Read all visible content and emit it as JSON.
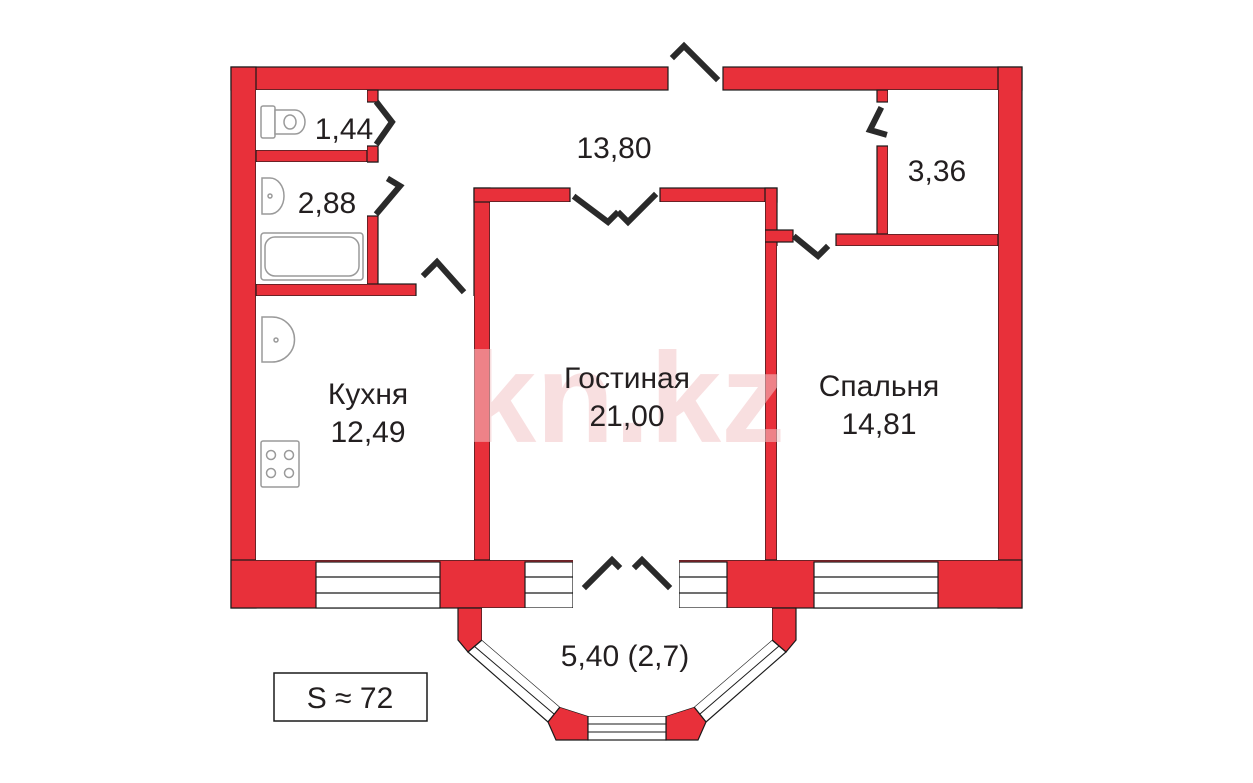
{
  "colors": {
    "wall": "#e8303a",
    "wall_outline": "#1a1a1a",
    "door": "#2a2a2a",
    "window": "#ffffff",
    "fixture_stroke": "#9a9a9a",
    "watermark": "#f3c6c8",
    "text": "#231f20"
  },
  "rooms": {
    "toilet_area": "1,44",
    "bathroom_area": "2,88",
    "hall_area": "13,80",
    "storage_area": "3,36",
    "kitchen_name": "Кухня",
    "kitchen_area": "12,49",
    "living_name": "Гостиная",
    "living_area": "21,00",
    "bedroom_name": "Спальня",
    "bedroom_area": "14,81",
    "balcony_area": "5,40 (2,7)"
  },
  "total_area": "S ≈ 72",
  "watermark": "kn.kz",
  "icons": [
    "toilet-icon",
    "sink-icon",
    "bathtub-icon",
    "kitchen-sink-icon",
    "stove-icon"
  ]
}
